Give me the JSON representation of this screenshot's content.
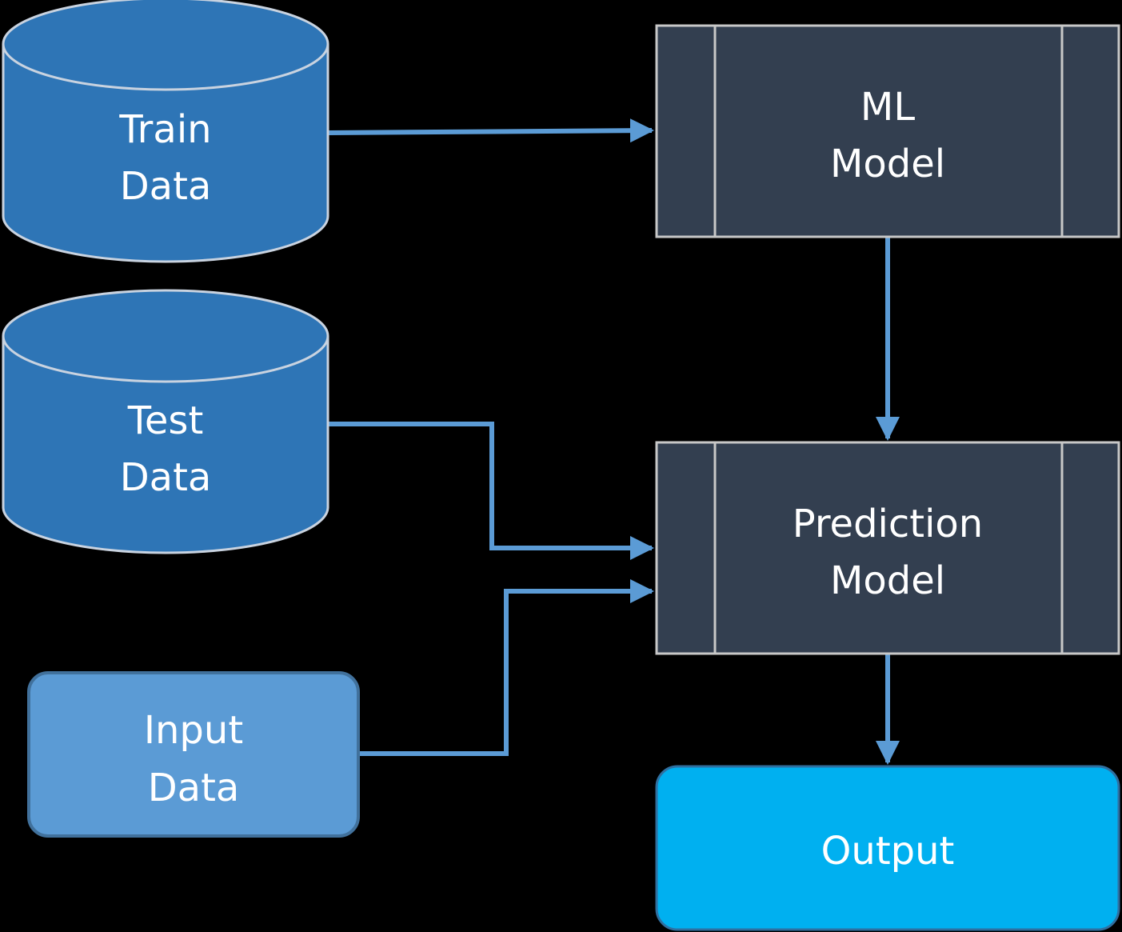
{
  "nodes": {
    "train_data": {
      "line1": "Train",
      "line2": "Data"
    },
    "test_data": {
      "line1": "Test",
      "line2": "Data"
    },
    "input_data": {
      "line1": "Input",
      "line2": "Data"
    },
    "ml_model": {
      "line1": "ML",
      "line2": "Model"
    },
    "prediction_model": {
      "line1": "Prediction",
      "line2": "Model"
    },
    "output": {
      "label": "Output"
    }
  },
  "colors": {
    "background": "#000000",
    "database_fill": "#2e75b6",
    "database_stroke": "#c9d3e0",
    "process_fill": "#333f50",
    "process_stroke": "#c8c8c8",
    "input_fill": "#5b9bd5",
    "input_stroke": "#41719c",
    "output_fill": "#00b0f0",
    "output_stroke": "#2f6fa0",
    "connector": "#5b9bd5",
    "label_text": "#ffffff"
  }
}
